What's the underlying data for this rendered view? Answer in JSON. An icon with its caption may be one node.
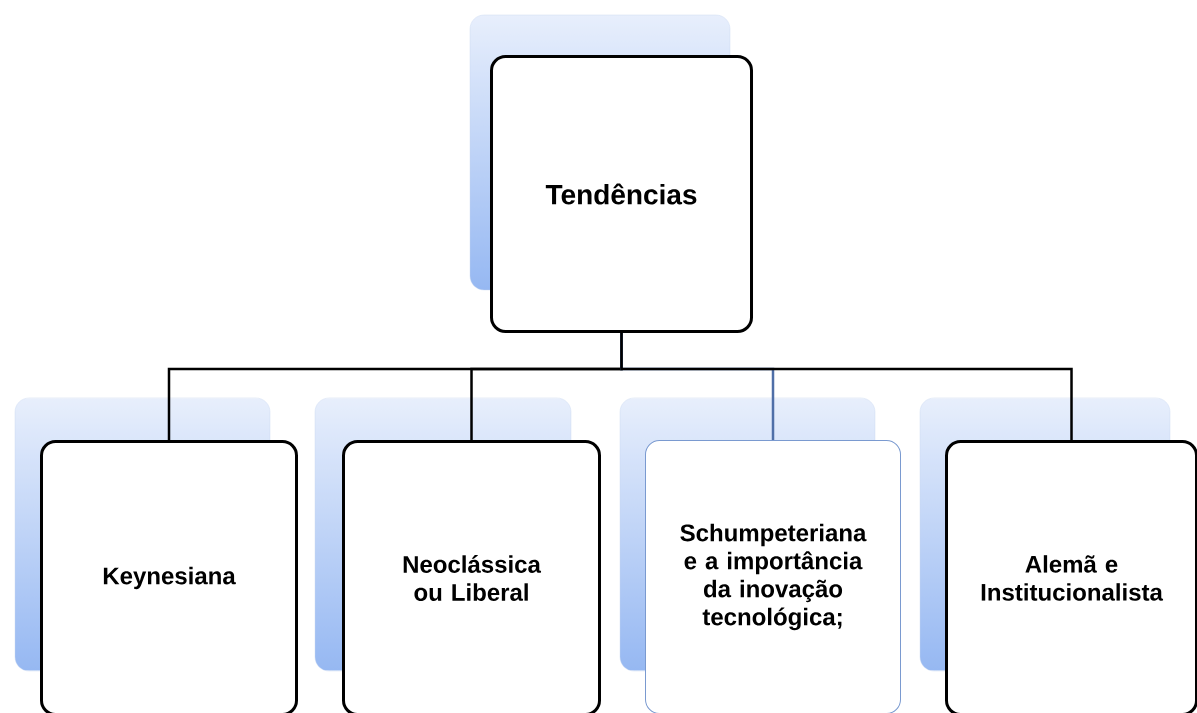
{
  "diagram": {
    "nodes": [
      {
        "text": [
          "Tendências"
        ]
      },
      {
        "text": [
          "Keynesiana"
        ]
      },
      {
        "text": [
          "Neoclássica ou Liberal"
        ]
      },
      {
        "text": [
          "Schumpeteriana e a importância da inovação tecnológica;"
        ]
      },
      {
        "text": [
          "Alemã e Institucionalista"
        ]
      }
    ],
    "edges": [
      {
        "from": 0,
        "to": 1,
        "arrow": "none"
      },
      {
        "from": 0,
        "to": 2,
        "arrow": "none"
      },
      {
        "from": 0,
        "to": 3,
        "arrow": "none",
        "color": "#4f6fa8"
      },
      {
        "from": 0,
        "to": 4,
        "arrow": "none"
      }
    ]
  }
}
